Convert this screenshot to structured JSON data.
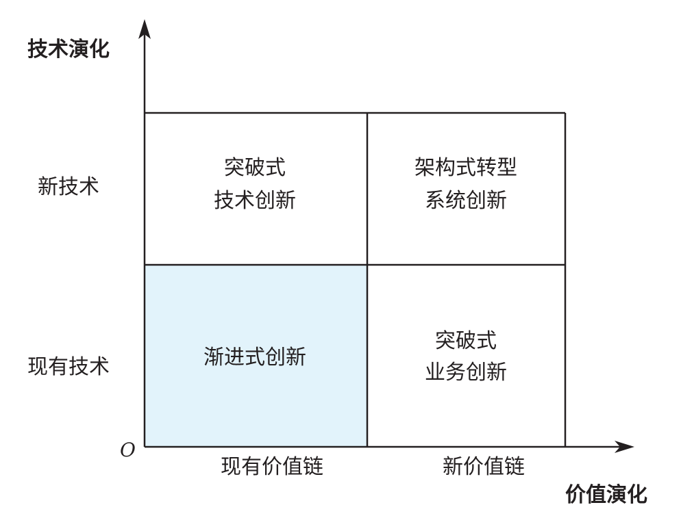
{
  "axes": {
    "y_title": "技术演化",
    "x_title": "价值演化",
    "origin": "O",
    "y_ticks": [
      "新技术",
      "现有技术"
    ],
    "x_ticks": [
      "现有价值链",
      "新价值链"
    ]
  },
  "quadrants": {
    "top_left": {
      "lines": [
        "突破式",
        "技术创新"
      ]
    },
    "top_right": {
      "lines": [
        "架构式转型",
        "系统创新"
      ]
    },
    "bottom_left": {
      "lines": [
        "渐进式创新"
      ]
    },
    "bottom_right": {
      "lines": [
        "突破式",
        "业务创新"
      ]
    }
  },
  "colors": {
    "line": "#231f20",
    "highlight_fill": "#e2f3fb"
  }
}
